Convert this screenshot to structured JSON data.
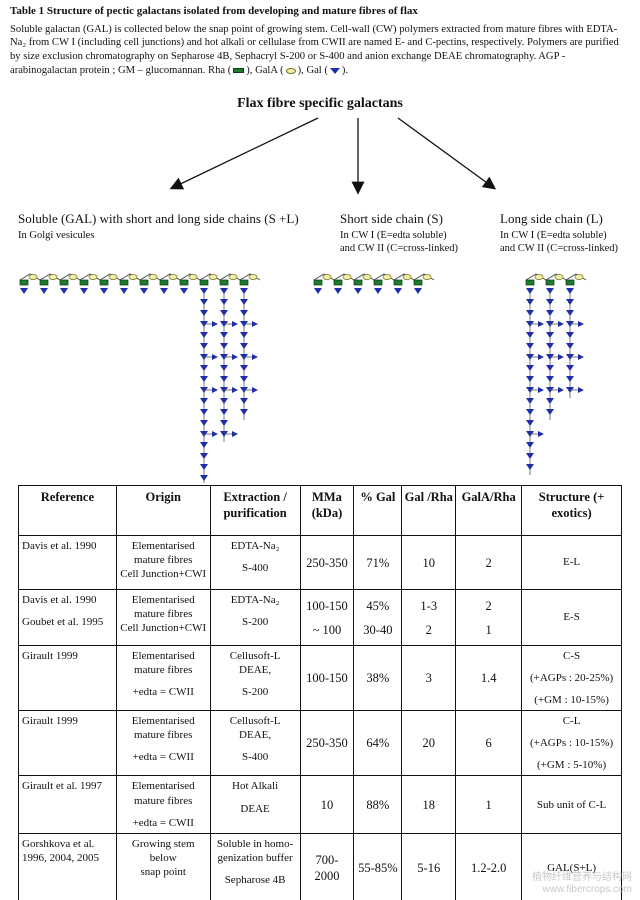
{
  "caption": {
    "title": "Table 1 Structure of pectic galactans isolated from developing and mature fibres of flax",
    "body": "Soluble galactan (GAL) is collected below the snap point of growing stem. Cell-wall (CW) polymers extracted from mature fibres with EDTA-Na₂ from CW I (including cell junctions) and hot alkali or cellulase from CWII are named E- and C-pectins, respectively. Polymers are purified by size exclusion chromatography on Sepharose 4B, Sephacryl S-200 or S-400 and anion exchange DEAE chromatography. AGP - arabinogalactan protein ; GM – glucomannan.",
    "legend": {
      "rha": "Rha (",
      "gala": "), GalA (",
      "gal": "), Gal (",
      "end": ")."
    }
  },
  "diagram": {
    "heading": "Flax fibre specific galactans",
    "columns": [
      {
        "title": "Soluble (GAL) with short and long side chains (S +L)",
        "sub": [
          "In Golgi vesicules"
        ]
      },
      {
        "title": "Short side chain (S)",
        "sub": [
          "In CW I (E=edta soluble)",
          "and CW II (C=cross-linked)"
        ]
      },
      {
        "title": "Long side chain (L)",
        "sub": [
          "In CW I (E=edta soluble)",
          "and CW II (C=cross-linked)"
        ]
      }
    ]
  },
  "colors": {
    "rha": "#1e7a2e",
    "gala": "#f2f0a8",
    "gal": "#1f2ea8"
  },
  "table": {
    "headers": [
      "Reference",
      "Origin",
      "Extraction / purification",
      "MMa (kDa)",
      "% Gal",
      "Gal /Rha",
      "GalA/Rha",
      "Structure (+ exotics)"
    ],
    "rows": [
      {
        "ref": [
          "Davis et al. 1990"
        ],
        "origin": [
          "Elementarised",
          "mature fibres",
          "Cell Junction+CWI"
        ],
        "extraction": [
          "EDTA-Na₂",
          "S-400"
        ],
        "mma": [
          "250-350"
        ],
        "gal": [
          "71%"
        ],
        "galrha": [
          "10"
        ],
        "galarha": [
          "2"
        ],
        "structure": [
          "E-L"
        ]
      },
      {
        "ref": [
          "Davis et al. 1990",
          "Goubet et al. 1995"
        ],
        "origin": [
          "Elementarised",
          "mature fibres",
          "Cell Junction+CWI"
        ],
        "extraction": [
          "EDTA-Na₂",
          "S-200"
        ],
        "mma": [
          "100-150",
          "~ 100"
        ],
        "gal": [
          "45%",
          "30-40"
        ],
        "galrha": [
          "1-3",
          "2"
        ],
        "galarha": [
          "2",
          "1"
        ],
        "structure": [
          "E-S"
        ]
      },
      {
        "ref": [
          "Girault 1999"
        ],
        "origin": [
          "Elementarised",
          "mature fibres",
          "+edta = CWII"
        ],
        "extraction": [
          "Cellusoft-L",
          "DEAE,",
          "S-200"
        ],
        "mma": [
          "100-150"
        ],
        "gal": [
          "38%"
        ],
        "galrha": [
          "3"
        ],
        "galarha": [
          "1.4"
        ],
        "structure": [
          "C-S",
          "(+AGPs : 20-25%)",
          "(+GM : 10-15%)"
        ]
      },
      {
        "ref": [
          "Girault 1999"
        ],
        "origin": [
          "Elementarised",
          "mature fibres",
          "+edta = CWII"
        ],
        "extraction": [
          "Cellusoft-L",
          "DEAE,",
          "S-400"
        ],
        "mma": [
          "250-350"
        ],
        "gal": [
          "64%"
        ],
        "galrha": [
          "20"
        ],
        "galarha": [
          "6"
        ],
        "structure": [
          "C-L",
          "(+AGPs : 10-15%)",
          "(+GM : 5-10%)"
        ]
      },
      {
        "ref": [
          "Girault et al. 1997"
        ],
        "origin": [
          "Elementarised",
          "mature fibres",
          "+edta = CWII"
        ],
        "extraction": [
          "Hot Alkali",
          "DEAE"
        ],
        "mma": [
          "10"
        ],
        "gal": [
          "88%"
        ],
        "galrha": [
          "18"
        ],
        "galarha": [
          "1"
        ],
        "structure": [
          "Sub unit of C-L"
        ]
      },
      {
        "ref": [
          "Gorshkova et al.",
          "1996, 2004, 2005"
        ],
        "origin": [
          "Growing stem below",
          "snap point"
        ],
        "extraction": [
          "Soluble in homo-",
          "genization buffer",
          "Sepharose 4B"
        ],
        "mma": [
          "700-2000"
        ],
        "gal": [
          "55-85%"
        ],
        "galrha": [
          "5-16"
        ],
        "galarha": [
          "1.2-2.0"
        ],
        "structure": [
          "GAL(S+L)"
        ]
      }
    ]
  },
  "watermark": {
    "line1": "植物纤维营养与结构网",
    "line2": "www.fibercrops.com"
  }
}
